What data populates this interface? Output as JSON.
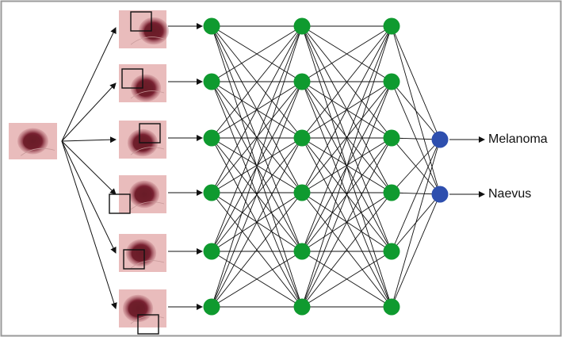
{
  "outputs": [
    {
      "label": "Melanoma"
    },
    {
      "label": "Naevus"
    }
  ],
  "network": {
    "hidden_layers": 3,
    "nodes_per_hidden_layer": 6,
    "output_nodes": 2,
    "patch_count": 6
  },
  "colors": {
    "frame": "#9a9a9a",
    "hidden_node": "#0f9a2f",
    "output_node": "#2e4fae",
    "edge": "#111111",
    "skin": "#e9bcbc",
    "lesion": "#6e1f2a"
  },
  "icons": {
    "input_image": "skin-lesion-photo-icon",
    "patch_crop": "crop-square-icon"
  }
}
